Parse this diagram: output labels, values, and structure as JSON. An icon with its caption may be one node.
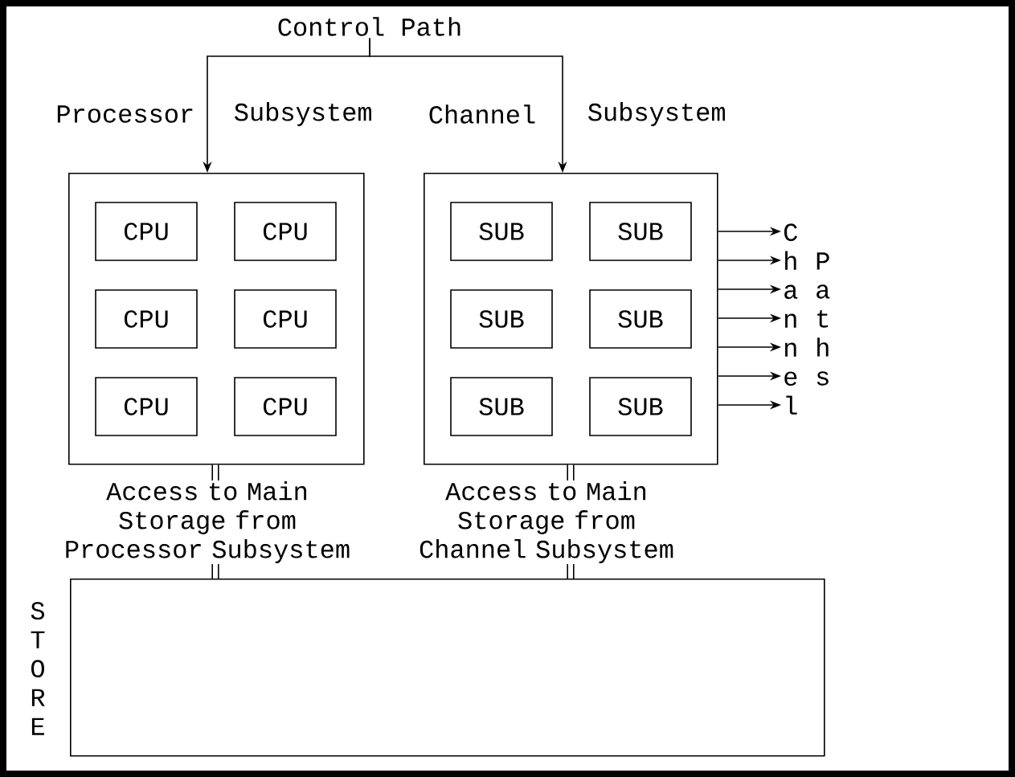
{
  "diagram": {
    "nodes": [
      {
        "text": [
          "Control Path"
        ]
      },
      {
        "text": [
          "Processor",
          "Subsystem"
        ]
      },
      {
        "text": [
          "CPU"
        ],
        "in": 1
      },
      {
        "text": [
          "CPU"
        ],
        "in": 1
      },
      {
        "text": [
          "CPU"
        ],
        "in": 1
      },
      {
        "text": [
          "CPU"
        ],
        "in": 1
      },
      {
        "text": [
          "CPU"
        ],
        "in": 1
      },
      {
        "text": [
          "CPU"
        ],
        "in": 1
      },
      {
        "text": [
          "Channel",
          "Subsystem"
        ]
      },
      {
        "text": [
          "SUB"
        ],
        "in": 8
      },
      {
        "text": [
          "SUB"
        ],
        "in": 8
      },
      {
        "text": [
          "SUB"
        ],
        "in": 8
      },
      {
        "text": [
          "SUB"
        ],
        "in": 8
      },
      {
        "text": [
          "SUB"
        ],
        "in": 8
      },
      {
        "text": [
          "SUB"
        ],
        "in": 8
      },
      {
        "text": [
          "C h a n n e l",
          "P a t h s"
        ]
      },
      {
        "text": [
          "S T O R E"
        ]
      }
    ],
    "edges": [
      {
        "from": 0,
        "to": 1,
        "arrow": "to"
      },
      {
        "from": 0,
        "to": 8,
        "arrow": "to"
      },
      {
        "from": 8,
        "to": 15,
        "arrow": "to"
      },
      {
        "from": 8,
        "to": 15,
        "arrow": "to"
      },
      {
        "from": 8,
        "to": 15,
        "arrow": "to"
      },
      {
        "from": 8,
        "to": 15,
        "arrow": "to"
      },
      {
        "from": 8,
        "to": 15,
        "arrow": "to"
      },
      {
        "from": 8,
        "to": 15,
        "arrow": "to"
      },
      {
        "from": 8,
        "to": 15,
        "arrow": "to"
      },
      {
        "from": 1,
        "to": 16,
        "arrow": "none",
        "style": "thick",
        "label": "Access to Main Storage from Processor Subsystem"
      },
      {
        "from": 8,
        "to": 16,
        "arrow": "none",
        "style": "thick",
        "label": "Access to Main Storage from Channel Subsystem"
      }
    ]
  }
}
